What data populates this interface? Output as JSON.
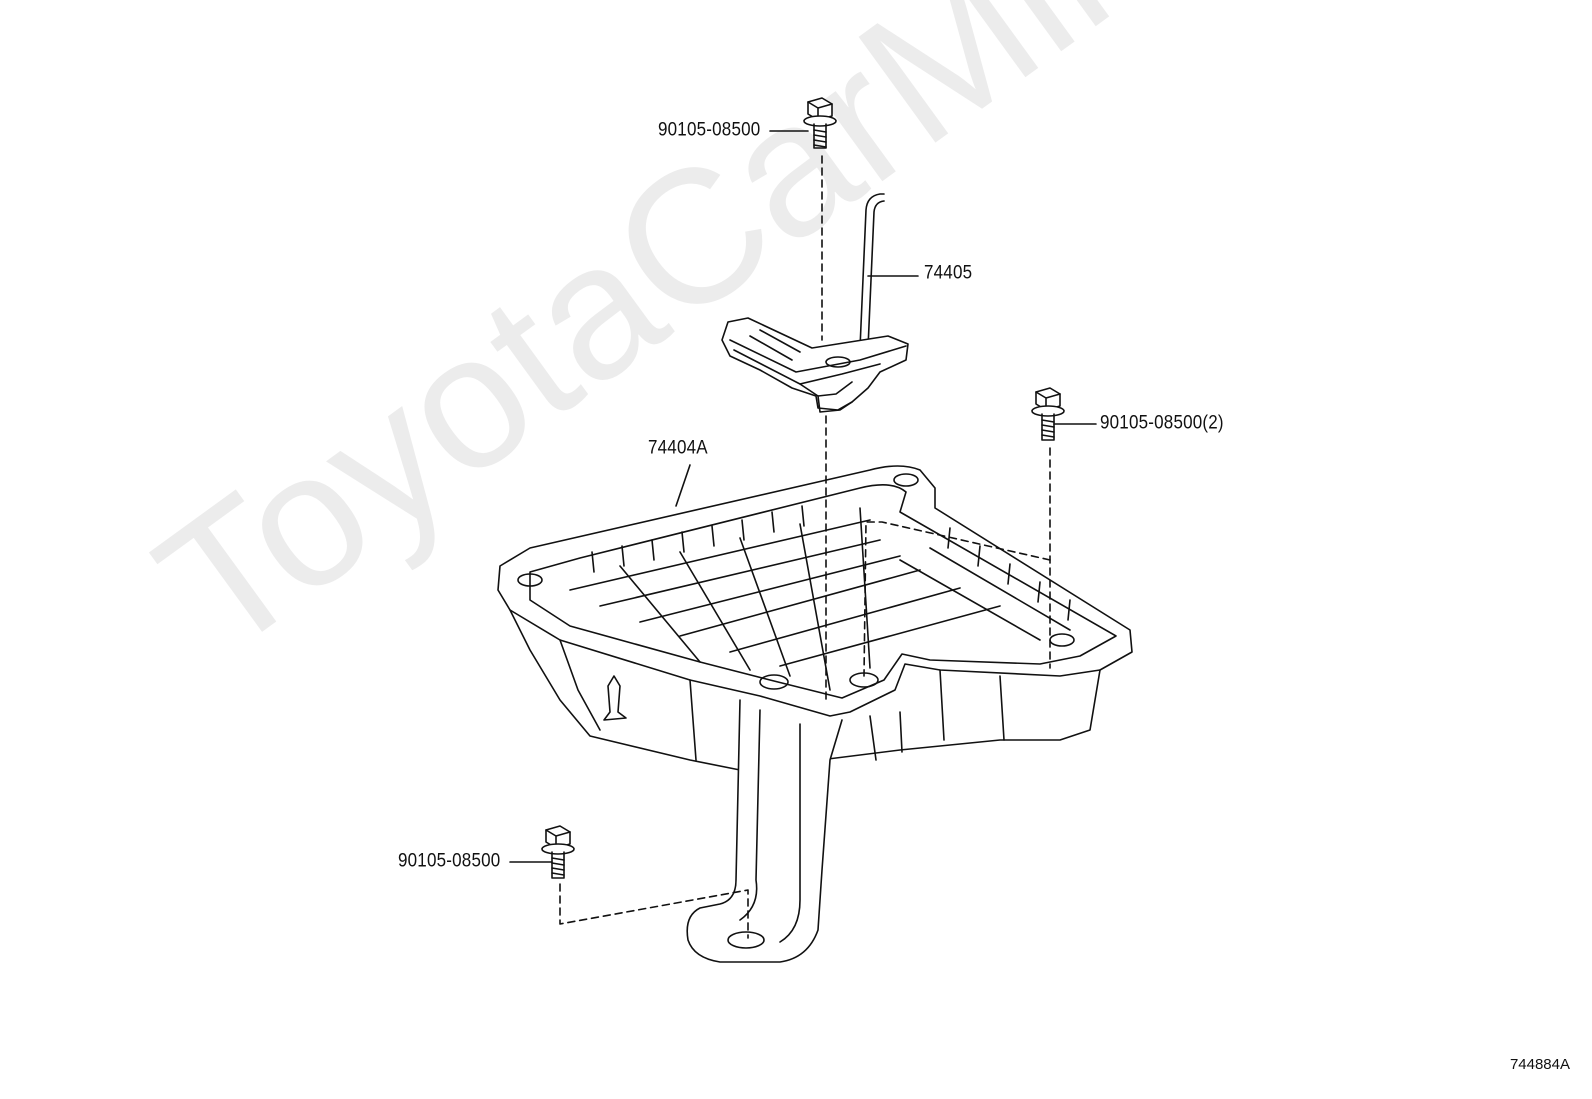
{
  "watermark": "ToyotaCarMine.ru",
  "figure_id": "744884A",
  "callouts": {
    "bolt_top": "90105-08500",
    "hold_down_clamp": "74405",
    "bolt_right": "90105-08500(2)",
    "battery_tray": "74404A",
    "bolt_bottom": "90105-08500"
  },
  "colors": {
    "line": "#111111",
    "background": "#ffffff"
  }
}
